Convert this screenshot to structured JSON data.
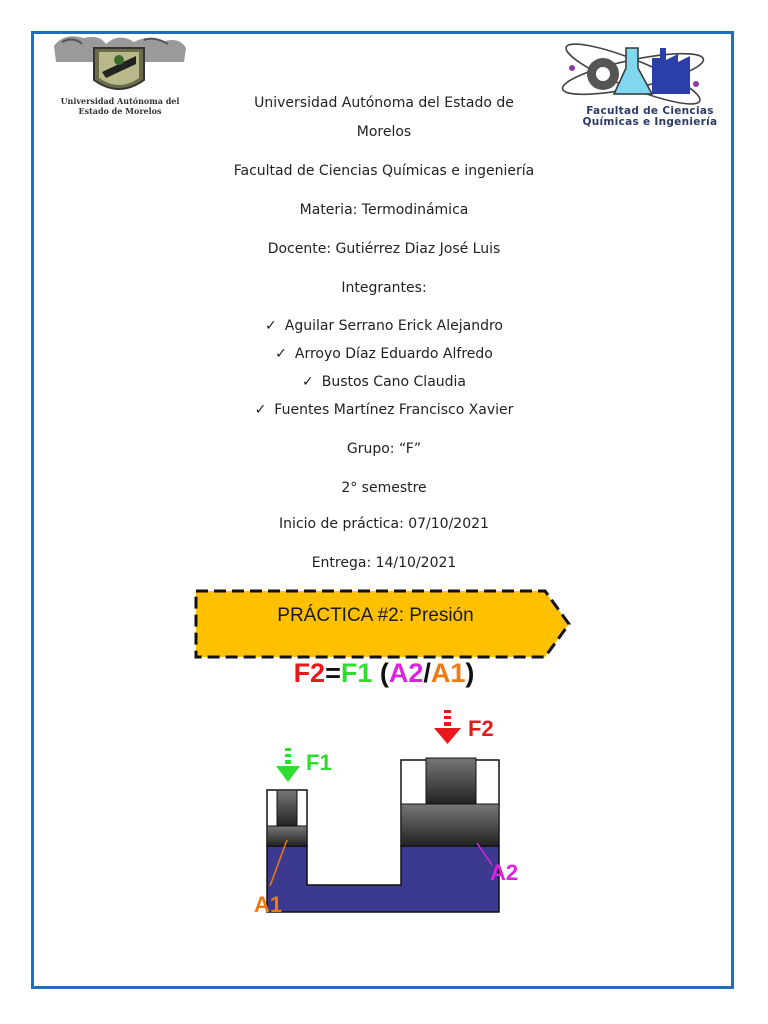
{
  "header": {
    "left_logo_caption_line1": "Universidad Autónoma del",
    "left_logo_caption_line2": "Estado de Morelos",
    "right_logo_caption_line1": "Facultad de Ciencias",
    "right_logo_caption_line2": "Químicas e Ingeniería"
  },
  "cover": {
    "university_line1": "Universidad Autónoma del Estado de",
    "university_line2": "Morelos",
    "faculty": "Facultad de Ciencias Químicas e ingeniería",
    "subject": "Materia: Termodinámica",
    "teacher": "Docente: Gutiérrez Diaz José Luis",
    "members_heading": "Integrantes:",
    "check_mark": "✓",
    "members": [
      "Aguilar Serrano Erick Alejandro",
      "Arroyo Díaz Eduardo Alfredo",
      "Bustos Cano Claudia",
      "Fuentes Martínez Francisco Xavier"
    ],
    "group": "Grupo: “F”",
    "semester": "2° semestre",
    "start": "Inicio de práctica: 07/10/2021",
    "delivery": "Entrega: 14/10/2021"
  },
  "banner": {
    "title": "PRÁCTICA #2: Presión"
  },
  "formula": {
    "f2": "F2",
    "eq": "=",
    "f1": "F1",
    "open": " (",
    "a2": "A2",
    "slash": "/",
    "a1": "A1",
    "close": ")"
  },
  "diagram": {
    "label_f1": "F1",
    "label_f2": "F2",
    "label_a1": "A1",
    "label_a2": "A2"
  },
  "colors": {
    "border": "#1f6fbf",
    "banner_fill": "#ffc000",
    "f2": "#e8191c",
    "f1": "#2ddc2d",
    "a2": "#e020e0",
    "a1": "#f07a10",
    "fluid": "#3b3a8e"
  }
}
